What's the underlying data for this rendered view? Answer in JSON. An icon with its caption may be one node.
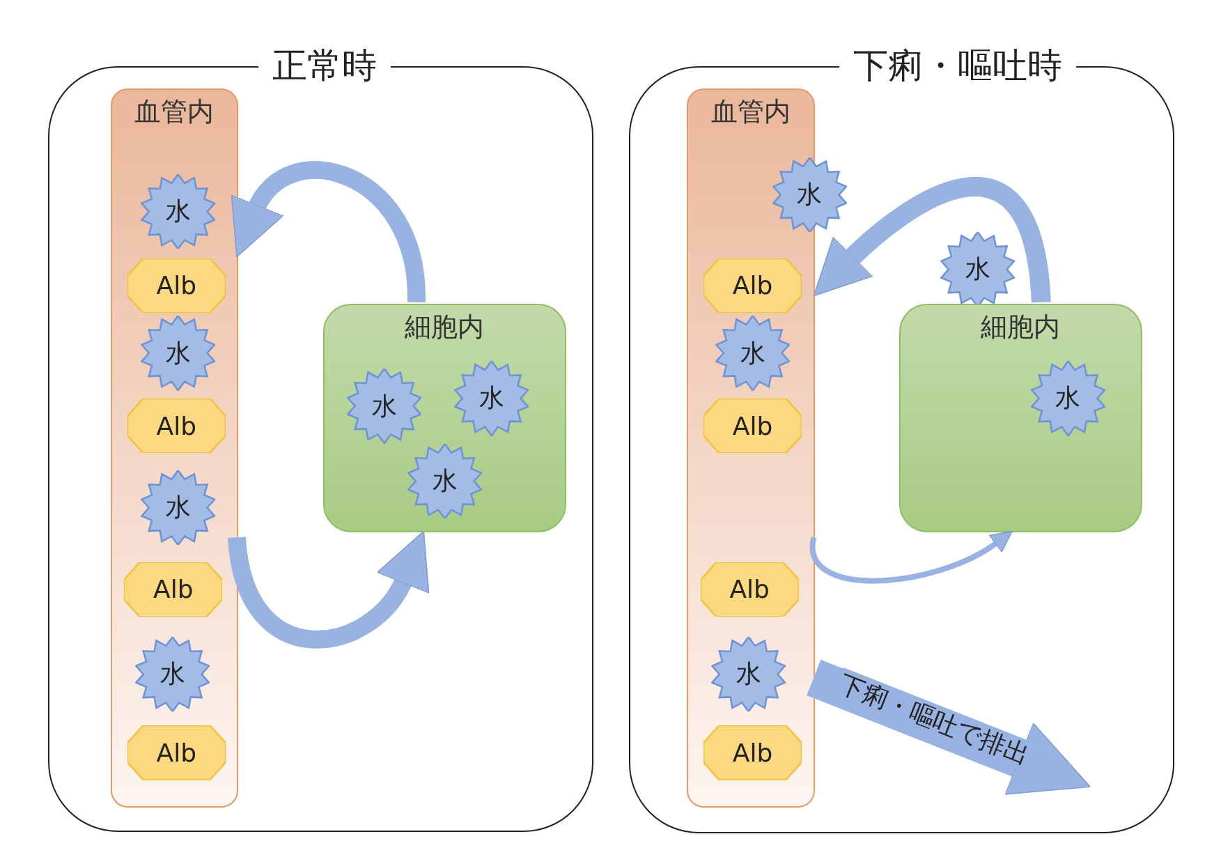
{
  "diagram": {
    "nodes": [
      {
        "text": [
          "正常時"
        ]
      },
      {
        "text": [
          "血管内"
        ],
        "in": 0
      },
      {
        "text": [
          "水"
        ],
        "in": 1
      },
      {
        "text": [
          "Alb"
        ],
        "in": 1
      },
      {
        "text": [
          "水"
        ],
        "in": 1
      },
      {
        "text": [
          "Alb"
        ],
        "in": 1
      },
      {
        "text": [
          "水"
        ],
        "in": 1
      },
      {
        "text": [
          "Alb"
        ],
        "in": 1
      },
      {
        "text": [
          "水"
        ],
        "in": 1
      },
      {
        "text": [
          "Alb"
        ],
        "in": 1
      },
      {
        "text": [
          "細胞内"
        ],
        "in": 0
      },
      {
        "text": [
          "水"
        ],
        "in": 10
      },
      {
        "text": [
          "水"
        ],
        "in": 10
      },
      {
        "text": [
          "水"
        ],
        "in": 10
      },
      {
        "text": [
          "下痢・嘔吐時"
        ]
      },
      {
        "text": [
          "血管内"
        ],
        "in": 14
      },
      {
        "text": [
          "水"
        ],
        "in": 14
      },
      {
        "text": [
          "Alb"
        ],
        "in": 15
      },
      {
        "text": [
          "水"
        ],
        "in": 15
      },
      {
        "text": [
          "Alb"
        ],
        "in": 15
      },
      {
        "text": [
          "Alb"
        ],
        "in": 15
      },
      {
        "text": [
          "水"
        ],
        "in": 15
      },
      {
        "text": [
          "Alb"
        ],
        "in": 15
      },
      {
        "text": [
          "水"
        ],
        "in": 14
      },
      {
        "text": [
          "細胞内"
        ],
        "in": 14
      },
      {
        "text": [
          "水"
        ],
        "in": 24
      }
    ],
    "edges": [
      {
        "from": 10,
        "to": 1,
        "arrow": "to"
      },
      {
        "from": 1,
        "to": 10,
        "arrow": "to"
      },
      {
        "from": 24,
        "to": 15,
        "arrow": "to"
      },
      {
        "from": 15,
        "to": 24,
        "arrow": "to"
      },
      {
        "from": 15,
        "to": null,
        "arrow": "to",
        "label": "下痢・嘔吐で排出",
        "style": "thick"
      }
    ]
  }
}
